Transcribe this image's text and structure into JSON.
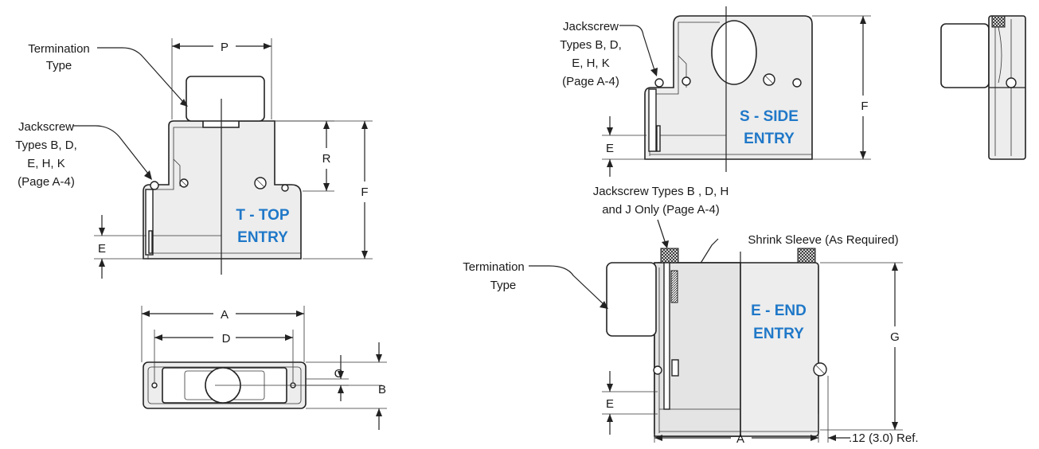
{
  "top_entry_view": {
    "entry_label_line1": "T - TOP",
    "entry_label_line2": "ENTRY",
    "termination_line1": "Termination",
    "termination_line2": "Type",
    "jackscrew_line1": "Jackscrew",
    "jackscrew_line2": "Types B, D,",
    "jackscrew_line3": "E, H, K",
    "jackscrew_line4": "(Page A-4)",
    "dim_p": "P",
    "dim_r": "R",
    "dim_f": "F",
    "dim_e": "E"
  },
  "plan_view": {
    "dim_a": "A",
    "dim_d": "D",
    "dim_c": "C",
    "dim_b": "B"
  },
  "side_entry_view": {
    "entry_label_line1": "S - SIDE",
    "entry_label_line2": "ENTRY",
    "jackscrew_line1": "Jackscrew",
    "jackscrew_line2": "Types B, D,",
    "jackscrew_line3": "E, H, K",
    "jackscrew_line4": "(Page A-4)",
    "dim_f": "F",
    "dim_e": "E"
  },
  "end_entry_view": {
    "entry_label_line1": "E - END",
    "entry_label_line2": "ENTRY",
    "jackscrew_line1": "Jackscrew Types B , D, H",
    "jackscrew_line2": "and J  Only (Page A-4)",
    "shrink_sleeve": "Shrink Sleeve (As Required)",
    "termination_line1": "Termination",
    "termination_line2": "Type",
    "dim_g": "G",
    "dim_e": "E",
    "dim_a": "A",
    "ref_note": ".12 (3.0) Ref."
  },
  "colors": {
    "entry_label": "#1f78c8",
    "line": "#222222"
  }
}
